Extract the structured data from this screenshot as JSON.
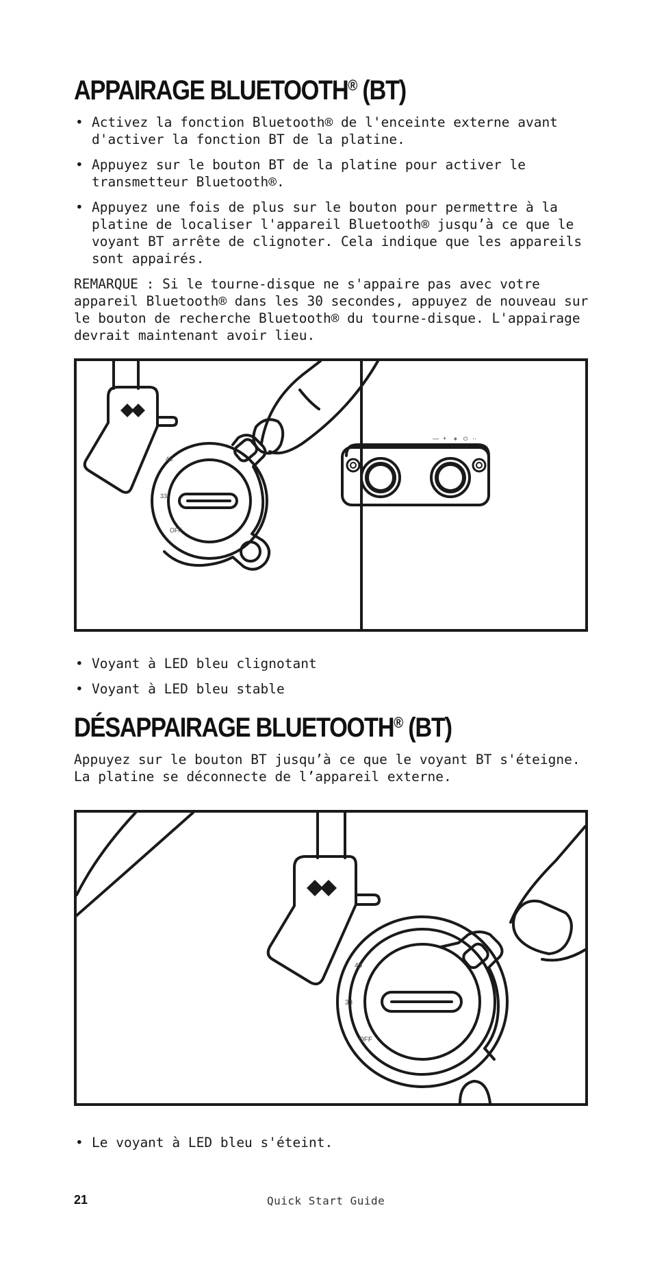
{
  "section1": {
    "title": "APPAIRAGE BLUETOOTH",
    "title_mark": "®",
    "title_suffix": "(BT)",
    "bullets": [
      "Activez la fonction Bluetooth® de l'enceinte externe avant d'activer la fonction BT de la platine.",
      "Appuyez sur le bouton BT de la platine pour activer le transmetteur Bluetooth®.",
      "Appuyez une fois de plus sur le bouton pour permettre à la platine de localiser l'appareil Bluetooth® jusqu’à ce que le voyant BT arrête de clignoter. Cela indique que les appareils sont appairés."
    ],
    "note": "REMARQUE : Si le tourne-disque ne s'appaire pas avec votre appareil Bluetooth® dans les 30 secondes, appuyez de nouveau sur le bouton de recherche Bluetooth® du tourne-disque. L'appairage devrait maintenant avoir lieu.",
    "figure": {
      "speed_labels": [
        "45",
        "33",
        "OFF"
      ],
      "speaker_controls": [
        "—",
        "+",
        "∗",
        "⏻",
        "··"
      ]
    },
    "led_bullets": [
      "Voyant à LED bleu clignotant",
      "Voyant à LED bleu stable"
    ]
  },
  "section2": {
    "title": "DÉSAPPAIRAGE BLUETOOTH",
    "title_mark": "®",
    "title_suffix": "(BT)",
    "paragraph": "Appuyez sur le bouton BT jusqu’à ce que le voyant BT s'éteigne. La platine se déconnecte de l’appareil externe.",
    "figure": {
      "speed_labels": [
        "45",
        "33",
        "OFF"
      ]
    },
    "led_bullets": [
      "Le voyant à LED bleu s'éteint."
    ]
  },
  "footer": {
    "page_number": "21",
    "guide_title": "Quick Start Guide"
  }
}
